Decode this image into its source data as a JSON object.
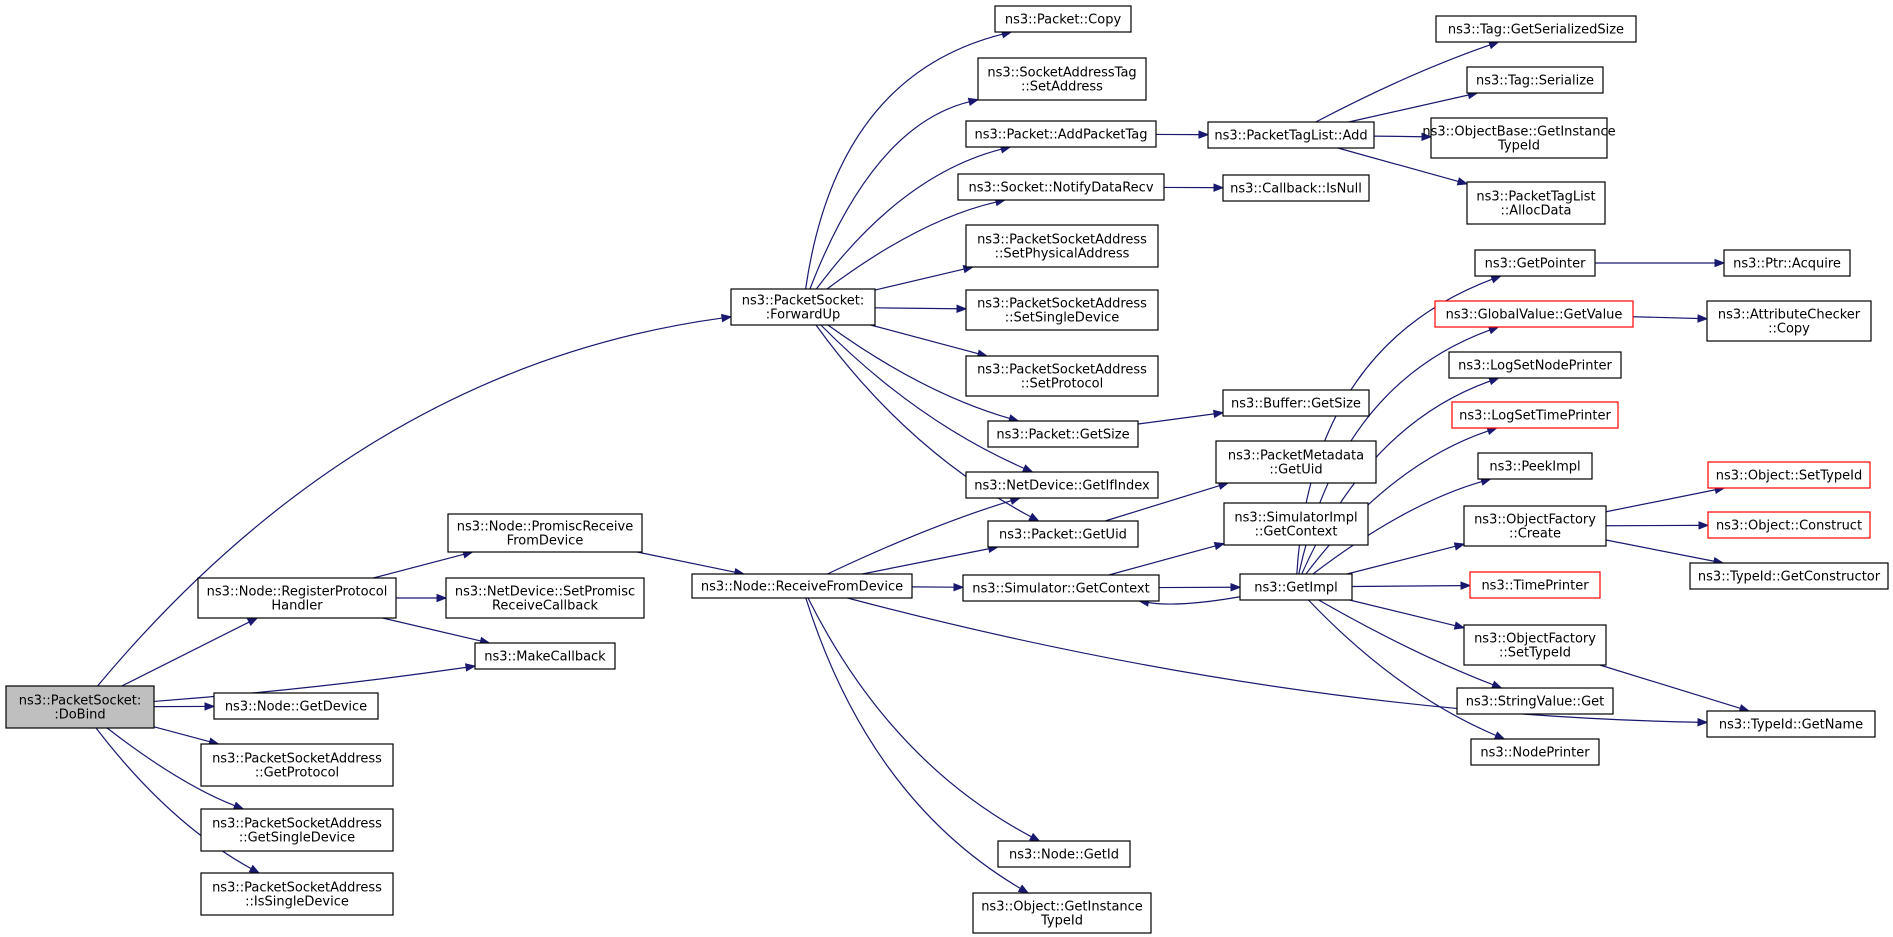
{
  "diagram": {
    "nodes": [
      {
        "id": "dobind",
        "lines": [
          "ns3::PacketSocket:",
          ":DoBind"
        ],
        "root": true
      },
      {
        "id": "forwardup",
        "lines": [
          "ns3::PacketSocket:",
          ":ForwardUp"
        ]
      },
      {
        "id": "registerproto",
        "lines": [
          "ns3::Node::RegisterProtocol",
          "Handler"
        ]
      },
      {
        "id": "promiscrecv",
        "lines": [
          "ns3::Node::PromiscReceive",
          "FromDevice"
        ]
      },
      {
        "id": "setpromisc",
        "lines": [
          "ns3::NetDevice::SetPromisc",
          "ReceiveCallback"
        ]
      },
      {
        "id": "makecallback",
        "lines": [
          "ns3::MakeCallback"
        ]
      },
      {
        "id": "nodegetdevice",
        "lines": [
          "ns3::Node::GetDevice"
        ]
      },
      {
        "id": "psa_getprotocol",
        "lines": [
          "ns3::PacketSocketAddress",
          "::GetProtocol"
        ]
      },
      {
        "id": "psa_getsingle",
        "lines": [
          "ns3::PacketSocketAddress",
          "::GetSingleDevice"
        ]
      },
      {
        "id": "psa_issingle",
        "lines": [
          "ns3::PacketSocketAddress",
          "::IsSingleDevice"
        ]
      },
      {
        "id": "recvfromdevice",
        "lines": [
          "ns3::Node::ReceiveFromDevice"
        ]
      },
      {
        "id": "packetcopy",
        "lines": [
          "ns3::Packet::Copy"
        ]
      },
      {
        "id": "sat_setaddress",
        "lines": [
          "ns3::SocketAddressTag",
          "::SetAddress"
        ]
      },
      {
        "id": "addpackettag",
        "lines": [
          "ns3::Packet::AddPacketTag"
        ]
      },
      {
        "id": "notifydatarecv",
        "lines": [
          "ns3::Socket::NotifyDataRecv"
        ]
      },
      {
        "id": "psa_setphysical",
        "lines": [
          "ns3::PacketSocketAddress",
          "::SetPhysicalAddress"
        ]
      },
      {
        "id": "psa_setsingle",
        "lines": [
          "ns3::PacketSocketAddress",
          "::SetSingleDevice"
        ]
      },
      {
        "id": "psa_setprotocol",
        "lines": [
          "ns3::PacketSocketAddress",
          "::SetProtocol"
        ]
      },
      {
        "id": "packetgetsize",
        "lines": [
          "ns3::Packet::GetSize"
        ]
      },
      {
        "id": "netdev_getifindex",
        "lines": [
          "ns3::NetDevice::GetIfIndex"
        ]
      },
      {
        "id": "packetgetuid",
        "lines": [
          "ns3::Packet::GetUid"
        ]
      },
      {
        "id": "sim_getcontext",
        "lines": [
          "ns3::Simulator::GetContext"
        ]
      },
      {
        "id": "nodegetid",
        "lines": [
          "ns3::Node::GetId"
        ]
      },
      {
        "id": "obj_getinstancetypeid",
        "lines": [
          "ns3::Object::GetInstance",
          "TypeId"
        ]
      },
      {
        "id": "ptl_add",
        "lines": [
          "ns3::PacketTagList::Add"
        ]
      },
      {
        "id": "cb_isnull",
        "lines": [
          "ns3::Callback::IsNull"
        ]
      },
      {
        "id": "buffer_getsize",
        "lines": [
          "ns3::Buffer::GetSize"
        ]
      },
      {
        "id": "pm_getuid",
        "lines": [
          "ns3::PacketMetadata",
          "::GetUid"
        ]
      },
      {
        "id": "simimpl_getcontext",
        "lines": [
          "ns3::SimulatorImpl",
          "::GetContext"
        ]
      },
      {
        "id": "getimpl",
        "lines": [
          "ns3::GetImpl"
        ]
      },
      {
        "id": "tag_getserialized",
        "lines": [
          "ns3::Tag::GetSerializedSize"
        ]
      },
      {
        "id": "tag_serialize",
        "lines": [
          "ns3::Tag::Serialize"
        ]
      },
      {
        "id": "objbase_getinstance",
        "lines": [
          "ns3::ObjectBase::GetInstance",
          "TypeId"
        ]
      },
      {
        "id": "ptl_allocdata",
        "lines": [
          "ns3::PacketTagList",
          "::AllocData"
        ]
      },
      {
        "id": "getpointer",
        "lines": [
          "ns3::GetPointer"
        ]
      },
      {
        "id": "gv_getvalue",
        "lines": [
          "ns3::GlobalValue::GetValue"
        ],
        "red": true
      },
      {
        "id": "lognodeprinter",
        "lines": [
          "ns3::LogSetNodePrinter"
        ]
      },
      {
        "id": "logtimeprinter",
        "lines": [
          "ns3::LogSetTimePrinter"
        ],
        "red": true
      },
      {
        "id": "peekimpl",
        "lines": [
          "ns3::PeekImpl"
        ]
      },
      {
        "id": "of_create",
        "lines": [
          "ns3::ObjectFactory",
          "::Create"
        ]
      },
      {
        "id": "timeprinter",
        "lines": [
          "ns3::TimePrinter"
        ],
        "red": true
      },
      {
        "id": "of_settypeid",
        "lines": [
          "ns3::ObjectFactory",
          "::SetTypeId"
        ]
      },
      {
        "id": "stringvalue_get",
        "lines": [
          "ns3::StringValue::Get"
        ]
      },
      {
        "id": "nodeprinter",
        "lines": [
          "ns3::NodePrinter"
        ]
      },
      {
        "id": "ptr_acquire",
        "lines": [
          "ns3::Ptr::Acquire"
        ]
      },
      {
        "id": "ac_copy",
        "lines": [
          "ns3::AttributeChecker",
          "::Copy"
        ]
      },
      {
        "id": "obj_settypeid",
        "lines": [
          "ns3::Object::SetTypeId"
        ],
        "red": true
      },
      {
        "id": "obj_construct",
        "lines": [
          "ns3::Object::Construct"
        ],
        "red": true
      },
      {
        "id": "typeid_getconstructor",
        "lines": [
          "ns3::TypeId::GetConstructor"
        ]
      },
      {
        "id": "typeid_getname",
        "lines": [
          "ns3::TypeId::GetName"
        ]
      }
    ]
  },
  "colors": {
    "edge": "#191970",
    "root_fill": "#bfbfbf",
    "border": "#000000",
    "highlight_border": "#ff0000"
  }
}
